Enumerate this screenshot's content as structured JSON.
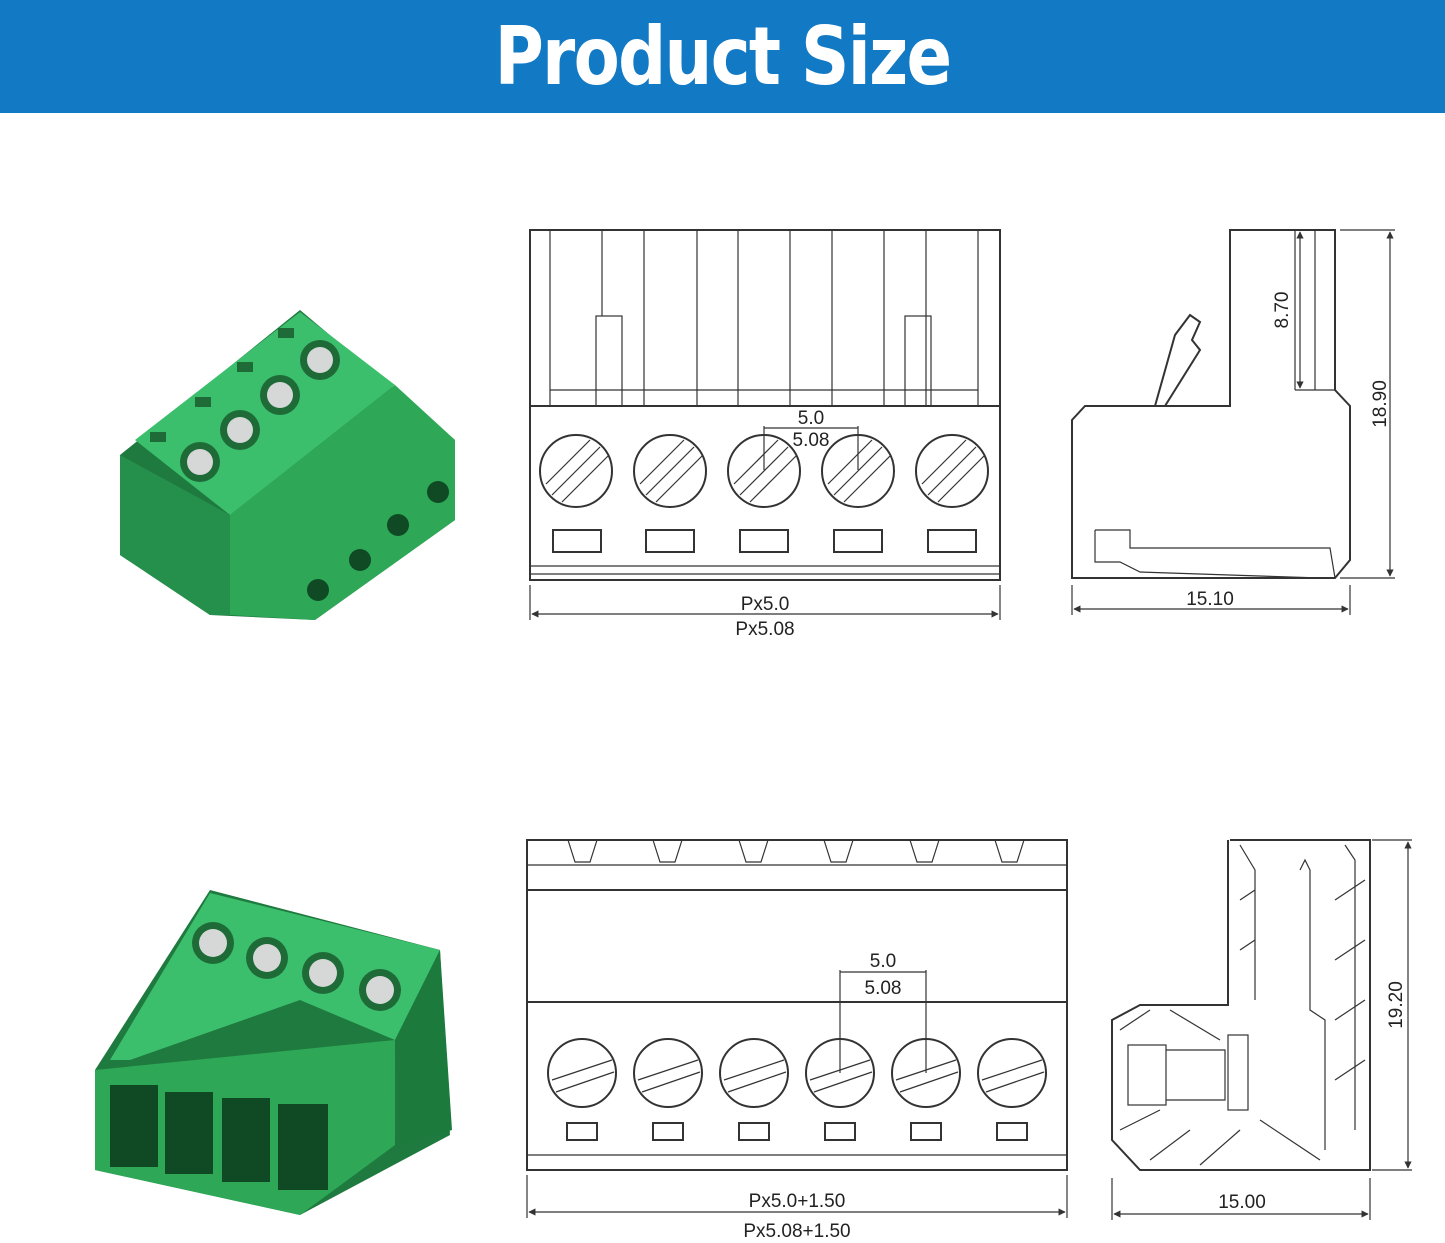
{
  "banner": {
    "title": "Product Size"
  },
  "top": {
    "front": {
      "pitch_a": "5.0",
      "pitch_b": "5.08",
      "width_a": "Px5.0",
      "width_b": "Px5.08"
    },
    "side": {
      "height_small": "8.70",
      "height_total": "18.90",
      "depth": "15.10"
    }
  },
  "bottom": {
    "front": {
      "pitch_a": "5.0",
      "pitch_b": "5.08",
      "width_a": "Px5.0+1.50",
      "width_b": "Px5.08+1.50"
    },
    "side": {
      "height_total": "19.20",
      "depth": "15.00"
    }
  },
  "colors": {
    "banner": "#1279c4",
    "terminal_green": "#2fa85a",
    "terminal_green_dark": "#1f7a3f"
  }
}
